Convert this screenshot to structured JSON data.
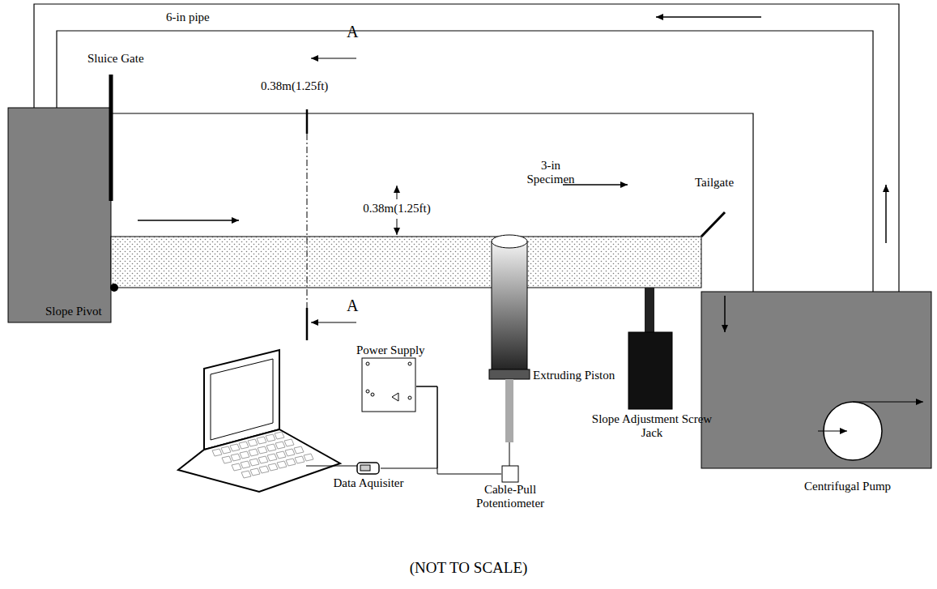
{
  "diagram": {
    "caption": "(NOT TO SCALE)",
    "nodes": [
      {
        "text": [
          "Power Supply"
        ]
      },
      {
        "text": [
          "Data Aquisiter"
        ]
      },
      {
        "text": [
          "Cable-Pull Potentiometer"
        ]
      }
    ],
    "edges": [
      {
        "from": 1,
        "to": 0,
        "arrow": "none"
      },
      {
        "from": 0,
        "to": 2,
        "arrow": "none"
      }
    ],
    "labels": [
      "6-in pipe",
      "Sluice Gate",
      "0.38m(1.25ft)",
      "A",
      "0.38m(1.25ft)",
      "3-in Specimen",
      "Tailgate",
      "Slope Pivot",
      "A",
      "Extruding Piston",
      "Slope Adjustment Screw Jack",
      "Centrifugal Pump"
    ]
  }
}
